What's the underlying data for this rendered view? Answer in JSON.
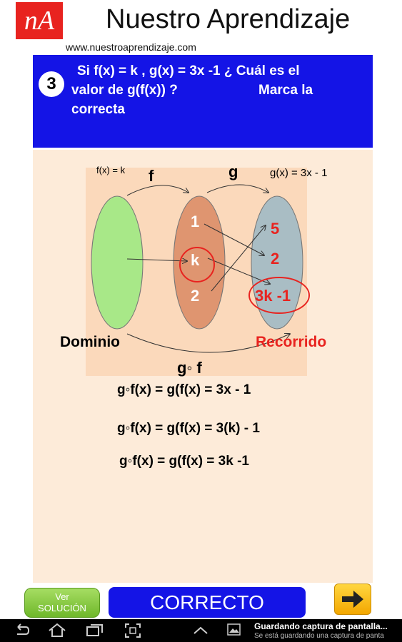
{
  "header": {
    "logo_text": "nA",
    "title": "Nuestro Aprendizaje",
    "url": "www.nuestroaprendizaje.com"
  },
  "question": {
    "number": "3",
    "line1": "Si f(x) = k , g(x) = 3x -1   ¿ Cuál es el",
    "line2_a": "valor de g(f(x))  ?",
    "line2_b": "Marca la",
    "line3": "correcta"
  },
  "diagram": {
    "f_def": "f(x) = k",
    "f_label": "f",
    "g_label": "g",
    "g_def": "g(x) = 3x - 1",
    "middle_values": [
      "1",
      "k",
      "2"
    ],
    "right_values": [
      "5",
      "2",
      "3k -1"
    ],
    "dominio_label": "Dominio",
    "recorrido_label": "Recorrido",
    "composition_label": "g◦ f"
  },
  "equations": [
    "g◦f(x) = g(f(x) = 3x - 1",
    "g◦f(x) = g(f(x) = 3(k) - 1",
    "g◦f(x) = g(f(x) = 3k -1"
  ],
  "buttons": {
    "ver": "Ver",
    "solucion": "SOLUCIÓN",
    "correcto": "CORRECTO",
    "next_icon": "arrow-right-icon"
  },
  "notification": {
    "title": "Guardando captura de pantalla...",
    "text": "Se está guardando una captura de panta"
  },
  "colors": {
    "accent_blue": "#1414e6",
    "logo_red": "#e8231f",
    "panel_bg": "#fdebd9",
    "domain_green": "#a8e888",
    "middle_orange": "#df9570",
    "range_gray": "#a9bdc4",
    "highlight_red": "#e8231f"
  }
}
